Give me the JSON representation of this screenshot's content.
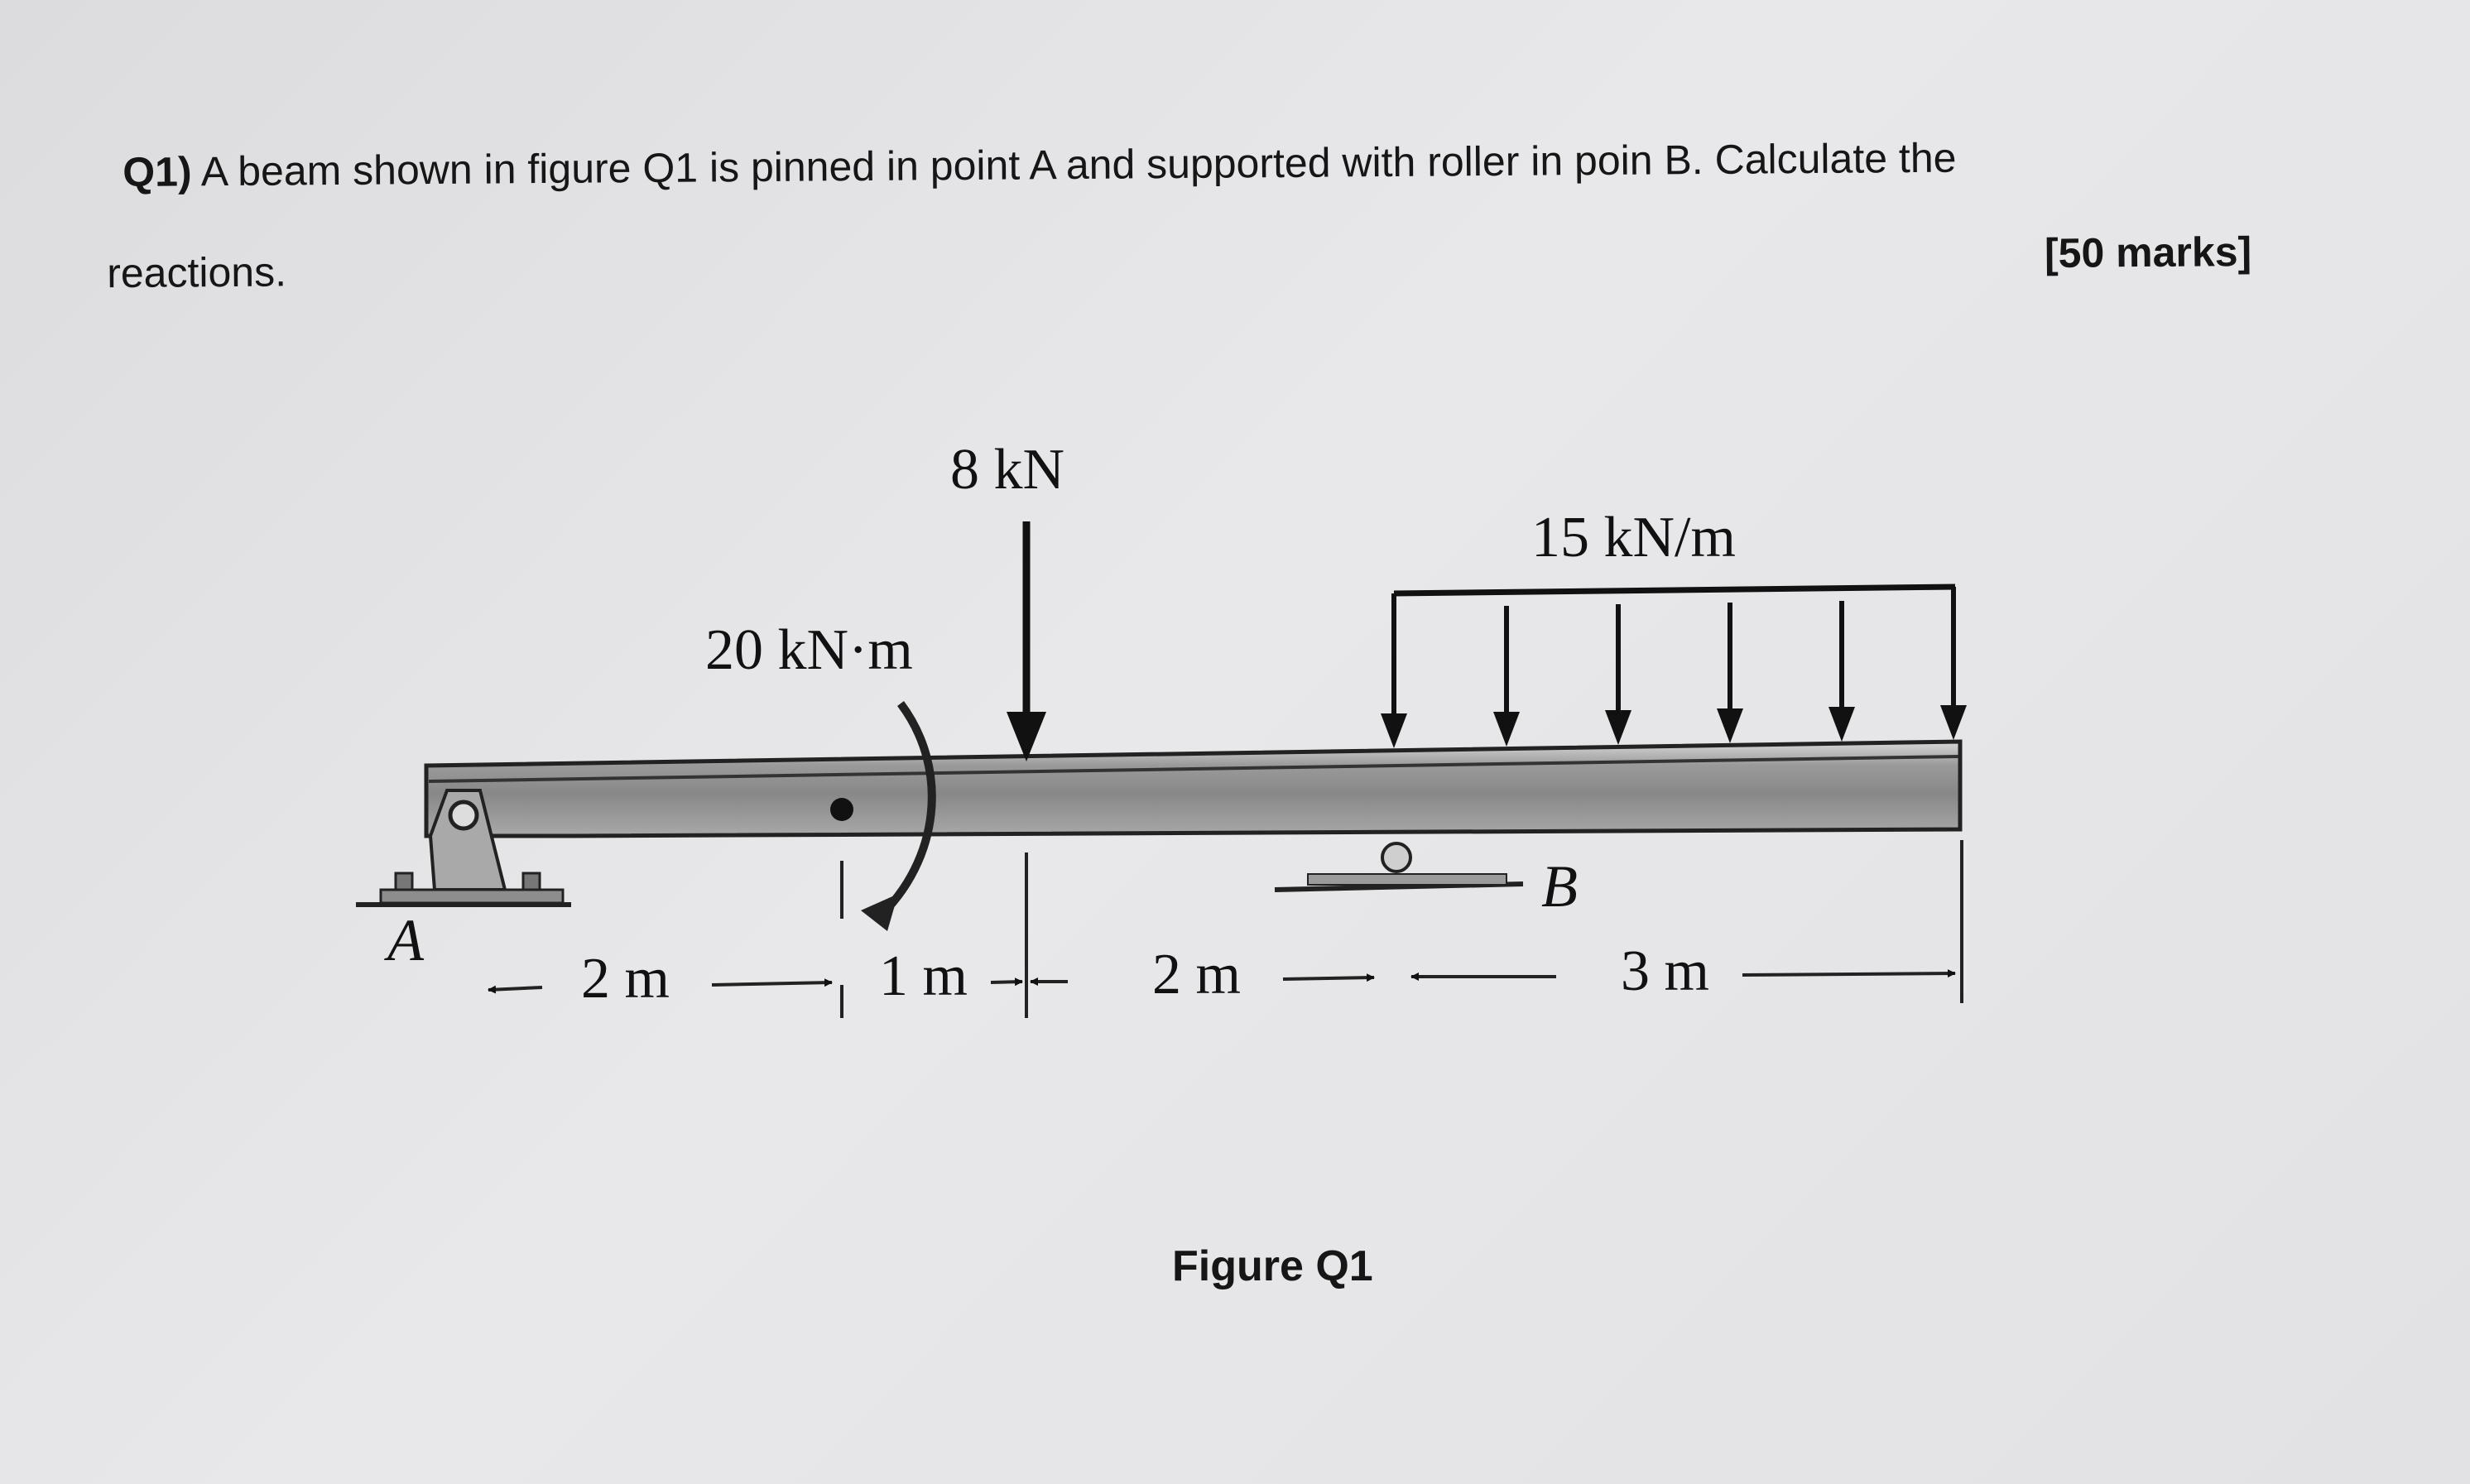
{
  "question": {
    "number": "Q1)",
    "text_line1": "A beam shown in figure Q1 is pinned in point A  and supported with roller in poin B.  Calculate the",
    "text_line2": "reactions.",
    "marks": "[50 marks]"
  },
  "figure": {
    "caption": "Figure Q1",
    "labels": {
      "point_load": "8 kN",
      "distributed_load": "15 kN/m",
      "moment": "20 kN·m",
      "support_a": "A",
      "support_b": "B",
      "dim_1": "2 m",
      "dim_2": "1 m",
      "dim_3": "2 m",
      "dim_4": "3 m"
    }
  }
}
